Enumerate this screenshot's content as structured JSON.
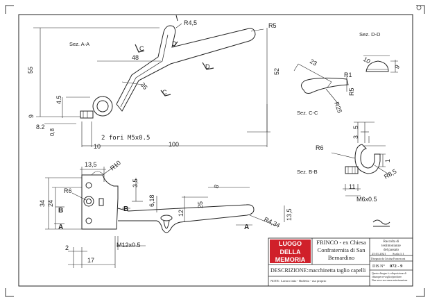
{
  "sections": {
    "aa": "Sez. A-A",
    "dd": "Sez. D-D",
    "cc": "Sez. C-C",
    "bb": "Sez. B-B"
  },
  "dims": {
    "r4_5": "R4,5",
    "r5_top": "R5",
    "d48": "48",
    "d55": "55",
    "d52": "52",
    "d35": "35",
    "d4_5": "4.5",
    "d9": "9",
    "d8_2": "8.2",
    "d0_8": "0,8",
    "holes": "2 fori M5x0.5",
    "d10": "10",
    "d100": "100",
    "d23": "23",
    "r1": "R1",
    "r5_cc": "R5",
    "r25": "R25",
    "dd10": "10",
    "dd9": "9",
    "d5a": "5",
    "d3": "3",
    "r6_bb": "R6",
    "d1": "1",
    "r8_5": "R8,5",
    "d11": "11",
    "m6": "M6x0.5",
    "d13_5a": "13,5",
    "r10": "R10",
    "r6_low": "R6",
    "d24": "24",
    "d34": "34",
    "d3_5": "3,5",
    "d6_18": "6,18",
    "d12": "12",
    "d25": "25",
    "d8": "8",
    "r4_34": "R4,34",
    "d13_5b": "13,5",
    "d2": "2",
    "m12": "M12x0.5",
    "d17": "17"
  },
  "letters": {
    "a": "A",
    "b": "B",
    "c": "C",
    "d": "D"
  },
  "title_block": {
    "logo_line1": "LUOGO",
    "logo_line2": "DELLA",
    "logo_line3": "MEMORIA",
    "project_line1": "FRINCO - ex Chiesa",
    "project_line2": "Confraternita di San",
    "project_line3": "Bernardino",
    "collection_line1": "Raccolta di",
    "collection_line2": "testimonianze",
    "collection_line3": "del passato",
    "date": "25.01.2021",
    "scale": "Scala 1:1",
    "drafter": "Disegnato da Cristina Francesconi",
    "description_label": "DESCRIZIONE:",
    "description_value": "macchinetta taglio capelli",
    "drawing_no_label": "DIS N°",
    "drawing_no_value": "072 - 9",
    "note_label": "NOTE:",
    "note_value": "Lavoro fatto - Buffetto - uso proprio",
    "copyright_line1": "Questo disegno è a disposizione di",
    "copyright_line2": "chiunque ne voglia riprodurre.",
    "copyright_line3": "Non serve uso senza autorizzazione"
  },
  "colors": {
    "line": "#222222",
    "logo_bg": "#d0202a"
  }
}
